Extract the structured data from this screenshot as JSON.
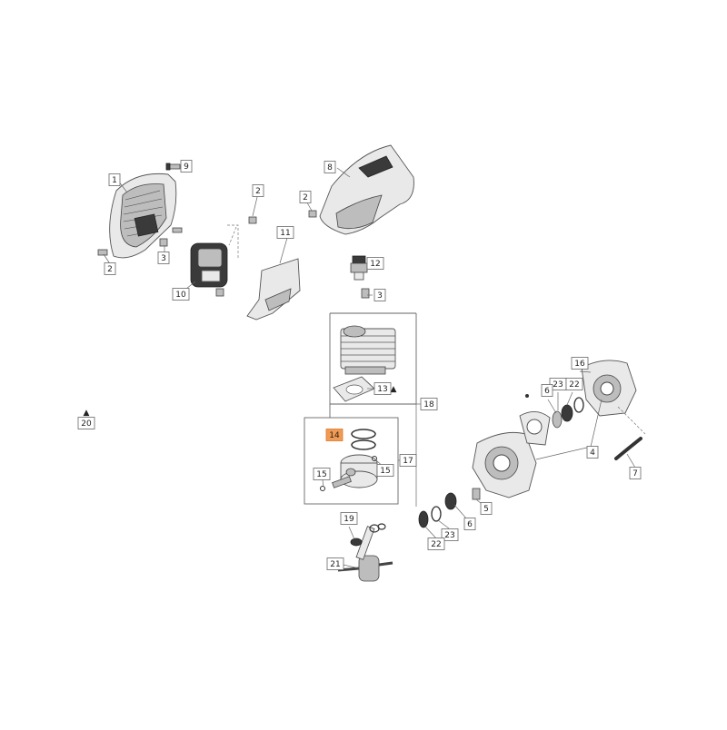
{
  "parts": [
    {
      "id": "p1",
      "number": "1"
    },
    {
      "id": "p9",
      "number": "9"
    },
    {
      "id": "p2a",
      "number": "2"
    },
    {
      "id": "p3a",
      "number": "3"
    },
    {
      "id": "p2b",
      "number": "2"
    },
    {
      "id": "p10",
      "number": "10"
    },
    {
      "id": "p11",
      "number": "11"
    },
    {
      "id": "p2c",
      "number": "2"
    },
    {
      "id": "p8",
      "number": "8"
    },
    {
      "id": "p2d",
      "number": "2"
    },
    {
      "id": "p12",
      "number": "12"
    },
    {
      "id": "p3b",
      "number": "3"
    },
    {
      "id": "p13",
      "number": "13",
      "marker": "▲"
    },
    {
      "id": "p18",
      "number": "18"
    },
    {
      "id": "p14",
      "number": "14",
      "highlighted": true
    },
    {
      "id": "p15a",
      "number": "15"
    },
    {
      "id": "p15b",
      "number": "15"
    },
    {
      "id": "p17",
      "number": "17"
    },
    {
      "id": "p20",
      "number": "20",
      "marker": "▲"
    },
    {
      "id": "p16",
      "number": "16"
    },
    {
      "id": "p23a",
      "number": "23"
    },
    {
      "id": "p22a",
      "number": "22"
    },
    {
      "id": "p6a",
      "number": "6"
    },
    {
      "id": "p4",
      "number": "4"
    },
    {
      "id": "p7",
      "number": "7"
    },
    {
      "id": "p5",
      "number": "5"
    },
    {
      "id": "p6b",
      "number": "6"
    },
    {
      "id": "p23b",
      "number": "23"
    },
    {
      "id": "p22b",
      "number": "22"
    },
    {
      "id": "p19",
      "number": "19"
    },
    {
      "id": "p21",
      "number": "21"
    }
  ],
  "colors": {
    "highlight": "#f39a52",
    "line": "#666666"
  }
}
